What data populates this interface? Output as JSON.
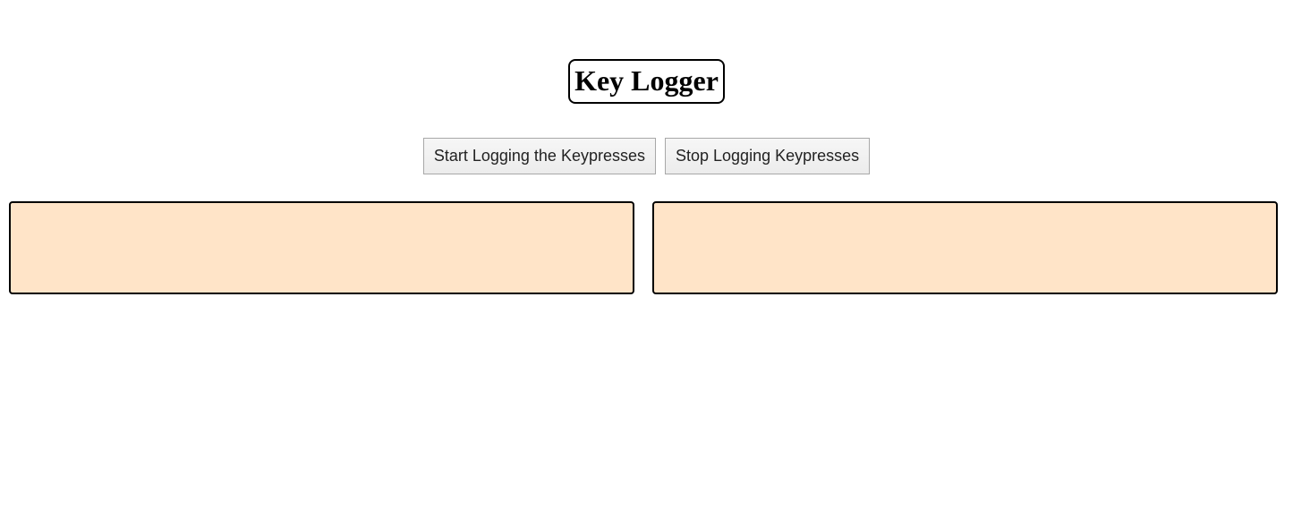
{
  "header": {
    "title": "Key Logger"
  },
  "controls": {
    "start_label": "Start Logging the Keypresses",
    "stop_label": "Stop Logging Keypresses"
  },
  "panels": {
    "left_content": "",
    "right_content": ""
  },
  "colors": {
    "panel_background": "#ffe4c8",
    "panel_border": "#000000",
    "button_background": "#efefef",
    "button_border": "#a8a8a8"
  }
}
